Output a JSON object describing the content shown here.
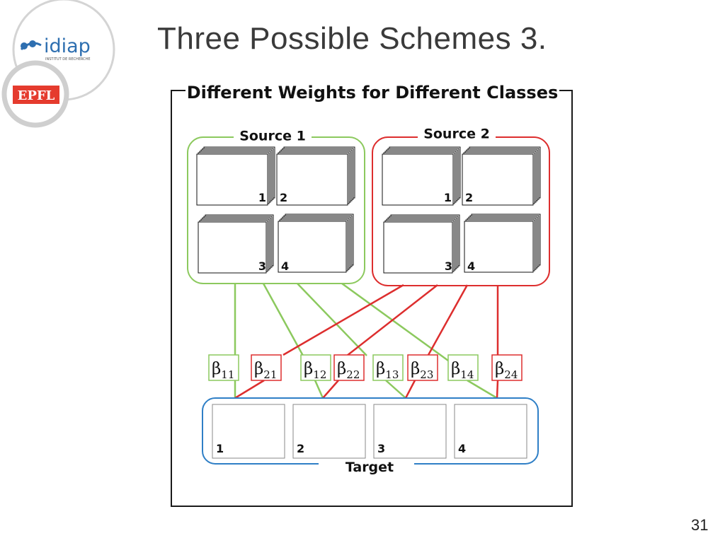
{
  "slide": {
    "title": "Three Possible Schemes  3.",
    "page_number": "31"
  },
  "logos": {
    "idiap_text": "idiap",
    "idiap_subtext": "INSTITUT DE RECHERCHE",
    "epfl_text": "EPFL"
  },
  "diagram": {
    "frame_title": "Different Weights for Different Classes",
    "source1": {
      "label": "Source 1",
      "classes": [
        "1",
        "2",
        "3",
        "4"
      ]
    },
    "source2": {
      "label": "Source 2",
      "classes": [
        "1",
        "2",
        "3",
        "4"
      ]
    },
    "target": {
      "label": "Target",
      "classes": [
        "1",
        "2",
        "3",
        "4"
      ]
    },
    "weights": [
      {
        "greek": "β",
        "sub": "11",
        "source": 1
      },
      {
        "greek": "β",
        "sub": "21",
        "source": 2
      },
      {
        "greek": "β",
        "sub": "12",
        "source": 1
      },
      {
        "greek": "β",
        "sub": "22",
        "source": 2
      },
      {
        "greek": "β",
        "sub": "13",
        "source": 1
      },
      {
        "greek": "β",
        "sub": "23",
        "source": 2
      },
      {
        "greek": "β",
        "sub": "14",
        "source": 1
      },
      {
        "greek": "β",
        "sub": "24",
        "source": 2
      }
    ],
    "colors": {
      "source1": "#8cc95e",
      "source2": "#dd2e2e",
      "target": "#2f7fc6",
      "frame": "#1a1a1a"
    }
  }
}
